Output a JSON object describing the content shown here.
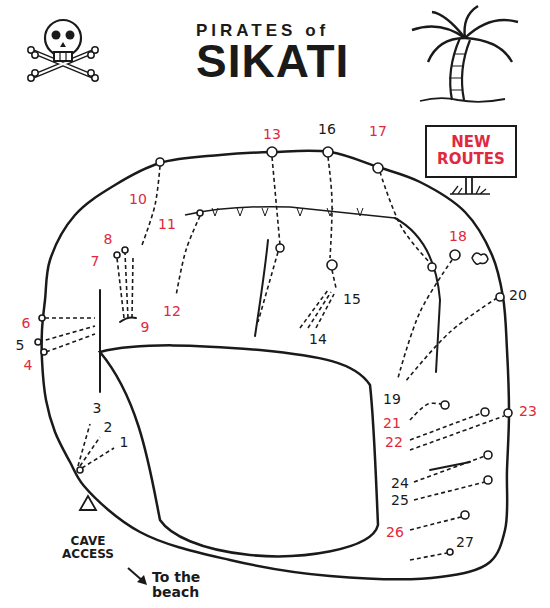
{
  "diagram": {
    "title": "PIRATES of SIKATI",
    "nodes": [
      {
        "text": [
          "NEW ROUTES"
        ]
      }
    ],
    "labels": [
      "1",
      "2",
      "3",
      "4",
      "5",
      "6",
      "7",
      "8",
      "9",
      "10",
      "11",
      "12",
      "13",
      "14",
      "15",
      "16",
      "17",
      "18",
      "19",
      "20",
      "21",
      "22",
      "23",
      "24",
      "25",
      "26",
      "27",
      "CAVE ACCESS",
      "To the beach"
    ]
  }
}
